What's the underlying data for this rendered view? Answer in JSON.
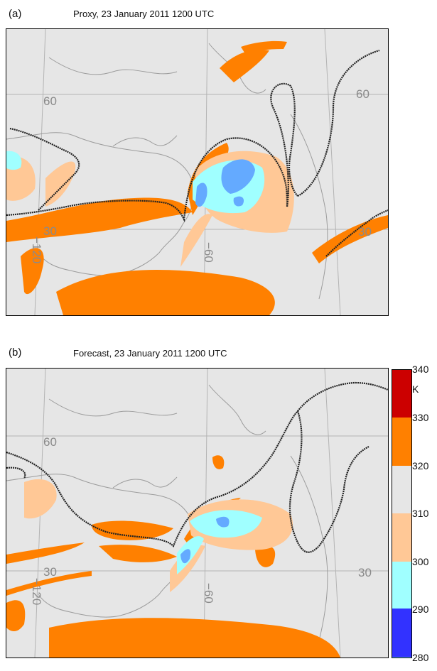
{
  "panels": [
    {
      "letter": "(a)",
      "title": "Proxy, 23 January 2011 1200 UTC"
    },
    {
      "letter": "(b)",
      "title": "Forecast, 23 January 2011 1200 UTC"
    }
  ],
  "grid_labels": {
    "lat60": "60",
    "lat30": "30",
    "lon120": "−120",
    "lon60": "−60"
  },
  "colorbar": {
    "unit": "K",
    "ticks": [
      "340",
      "330",
      "320",
      "310",
      "300",
      "290",
      "280"
    ],
    "colors": [
      "#cc0000",
      "#ff8000",
      "#e6e6e6",
      "#ffc896",
      "#a0ffff",
      "#64aaff",
      "#3232ff"
    ]
  }
}
